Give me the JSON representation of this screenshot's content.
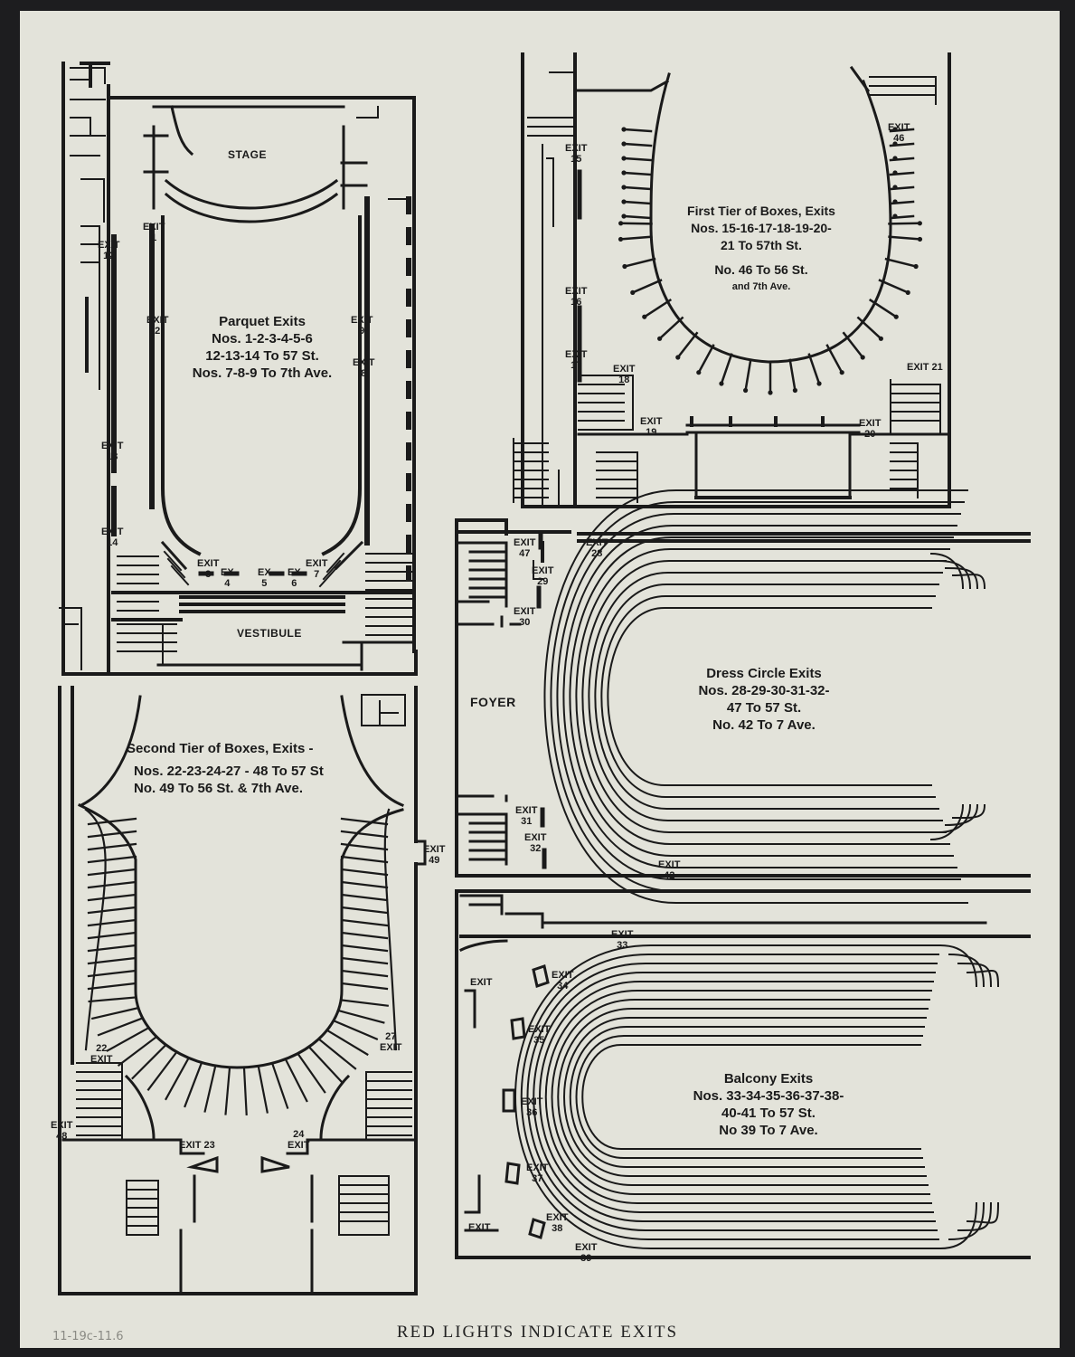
{
  "caption": "RED LIGHTS INDICATE EXITS",
  "pencil_note": "11-19c-11.6",
  "colors": {
    "paper": "#e3e3da",
    "ink": "#1a1a1a",
    "background": "#1d1d1f"
  },
  "parquet": {
    "title": [
      "Parquet Exits",
      "Nos. 1-2-3-4-5-6",
      "12-13-14 To 57 St.",
      "Nos. 7-8-9 To 7th Ave."
    ],
    "stage_label": "STAGE",
    "vestibule_label": "VESTIBULE",
    "exits": [
      {
        "id": "1",
        "text": "EXIT\n1"
      },
      {
        "id": "2",
        "text": "EXIT\n2"
      },
      {
        "id": "3",
        "text": "EXIT\n3"
      },
      {
        "id": "4",
        "text": "EX\n4"
      },
      {
        "id": "5",
        "text": "EX\n5"
      },
      {
        "id": "6",
        "text": "EX\n6"
      },
      {
        "id": "7",
        "text": "EXIT\n7"
      },
      {
        "id": "8",
        "text": "EXIT\n8"
      },
      {
        "id": "9",
        "text": "EXIT\n9"
      },
      {
        "id": "12",
        "text": "EXIT\n12"
      },
      {
        "id": "13",
        "text": "EXIT\n13"
      },
      {
        "id": "14",
        "text": "EXIT\n14"
      }
    ]
  },
  "first_tier": {
    "title": [
      "First Tier of Boxes, Exits",
      "Nos. 15-16-17-18-19-20-",
      "21 To 57th St.",
      "No. 46 To 56 St.",
      "and 7th Ave."
    ],
    "exits": [
      {
        "id": "15",
        "text": "EXIT\n15"
      },
      {
        "id": "16",
        "text": "EXIT\n16"
      },
      {
        "id": "17",
        "text": "EXIT\n17"
      },
      {
        "id": "18",
        "text": "EXIT\n18"
      },
      {
        "id": "19",
        "text": "EXIT\n19"
      },
      {
        "id": "20",
        "text": "EXIT\n20"
      },
      {
        "id": "21",
        "text": "EXIT 21"
      },
      {
        "id": "46",
        "text": "EXIT\n46"
      }
    ]
  },
  "second_tier": {
    "title": [
      "Second Tier of Boxes, Exits -",
      "Nos. 22-23-24-27 - 48 To 57 St",
      "No. 49 To 56 St. & 7th Ave."
    ],
    "exits": [
      {
        "id": "22",
        "text": "22\nEXIT"
      },
      {
        "id": "23",
        "text": "EXIT 23"
      },
      {
        "id": "24",
        "text": "24\nEXIT"
      },
      {
        "id": "27",
        "text": "27\nEXIT"
      },
      {
        "id": "48",
        "text": "EXIT\n48"
      },
      {
        "id": "49",
        "text": "EXIT\n49"
      }
    ]
  },
  "dress_circle": {
    "title": [
      "Dress Circle Exits",
      "Nos. 28-29-30-31-32-",
      "47 To 57 St.",
      "No. 42 To 7 Ave."
    ],
    "foyer_label": "FOYER",
    "exits": [
      {
        "id": "47",
        "text": "EXIT\n47"
      },
      {
        "id": "28",
        "text": "EXIT\n28"
      },
      {
        "id": "29",
        "text": "EXIT\n29"
      },
      {
        "id": "30",
        "text": "EXIT\n30"
      },
      {
        "id": "31",
        "text": "EXIT\n31"
      },
      {
        "id": "32",
        "text": "EXIT\n32"
      },
      {
        "id": "42",
        "text": "EXIT\n42"
      }
    ]
  },
  "balcony": {
    "title": [
      "Balcony Exits",
      "Nos. 33-34-35-36-37-38-",
      "40-41 To 57 St.",
      "No 39 To 7 Ave."
    ],
    "exits": [
      {
        "id": "33",
        "text": "EXIT\n33"
      },
      {
        "id": "34",
        "text": "EXIT\n34"
      },
      {
        "id": "35",
        "text": "EXIT\n35"
      },
      {
        "id": "36",
        "text": "EXIT\n36"
      },
      {
        "id": "37",
        "text": "EXIT\n37"
      },
      {
        "id": "38",
        "text": "EXIT\n38"
      },
      {
        "id": "39",
        "text": "EXIT\n39"
      },
      {
        "id": "40",
        "text": "EXIT"
      },
      {
        "id": "41",
        "text": "EXIT"
      }
    ]
  }
}
